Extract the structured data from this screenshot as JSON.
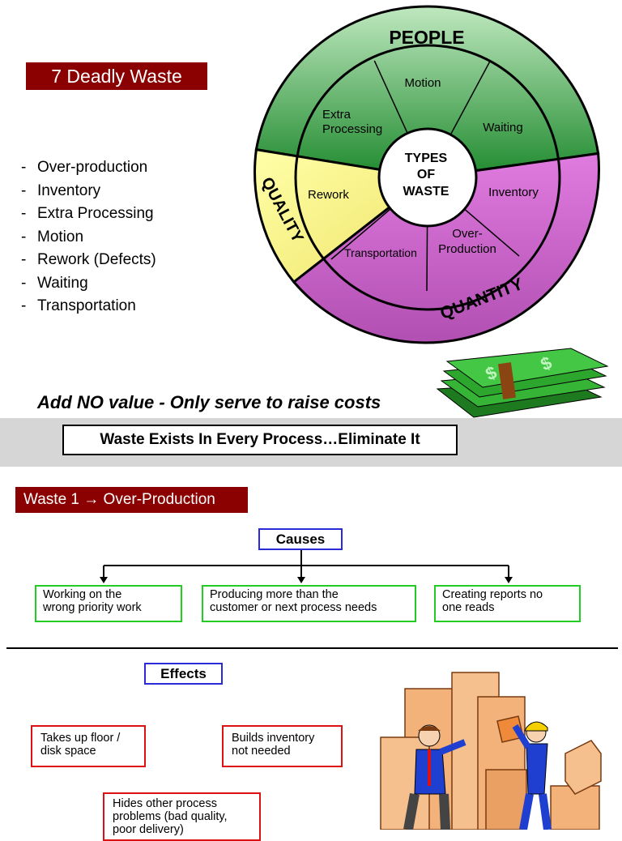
{
  "header": {
    "title": "7 Deadly Waste"
  },
  "waste_list": [
    "Over-production",
    "Inventory",
    "Extra Processing",
    "Motion",
    "Rework (Defects)",
    "Waiting",
    "Transportation"
  ],
  "wheel": {
    "people_label": "PEOPLE",
    "quality_label": "QUALITY",
    "quantity_label": "QUANTITY",
    "center_line1": "TYPES",
    "center_line2": "OF",
    "center_line3": "WASTE",
    "segments": {
      "motion": "Motion",
      "extra_processing_1": "Extra",
      "extra_processing_2": "Processing",
      "waiting": "Waiting",
      "rework": "Rework",
      "inventory": "Inventory",
      "transportation": "Transportation",
      "over_production_1": "Over-",
      "over_production_2": "Production"
    },
    "colors": {
      "people": "#2e9a3a",
      "quality": "#f5ef7a",
      "quantity": "#cc66cc"
    }
  },
  "tagline": "Add NO value - Only serve to raise costs",
  "banner": "Waste Exists In Every Process…Eliminate It",
  "section": {
    "title": "Waste 1 → Over-Production",
    "causes_heading": "Causes",
    "causes": [
      {
        "line1": "Working on the",
        "line2": "wrong priority work"
      },
      {
        "line1": "Producing more than the",
        "line2": "customer or next process needs"
      },
      {
        "line1": "Creating reports no",
        "line2": "one reads"
      }
    ],
    "effects_heading": "Effects",
    "effects": [
      {
        "line1": "Takes up floor /",
        "line2": "disk space"
      },
      {
        "line1": "Builds inventory",
        "line2": "not needed"
      },
      {
        "line1": "Hides other process",
        "line2": "problems (bad quality,",
        "line3": "poor delivery)"
      }
    ]
  }
}
